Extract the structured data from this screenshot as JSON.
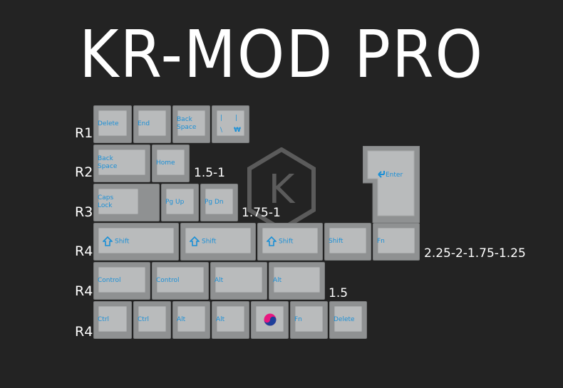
{
  "title": "KR-MOD PRO",
  "row_labels": [
    "R1",
    "R2",
    "R3",
    "R4",
    "R4",
    "R4"
  ],
  "notes": {
    "r2": "1.5-1",
    "r3": "1.75-1",
    "r4": "2.25-2-1.75-1.25",
    "r5": "1.5"
  },
  "logo_letter": "K",
  "keys": {
    "r1": [
      "Delete",
      "End",
      "Back Space"
    ],
    "r1_korean": {
      "tl": "|",
      "tr": "|",
      "bl": "\\",
      "br": "₩"
    },
    "r2": [
      "Back Space",
      "Home"
    ],
    "r3": [
      "Caps Lock",
      "Pg Up",
      "Pg Dn"
    ],
    "enter": "Enter",
    "r4": [
      "Shift",
      "Shift",
      "Shift",
      "Shift",
      "Fn"
    ],
    "r5": [
      "Control",
      "Control",
      "Alt",
      "Alt"
    ],
    "r6": [
      "Ctrl",
      "Ctrl",
      "Alt",
      "Alt",
      "Fn",
      "Delete"
    ]
  },
  "colors": {
    "legend_blue": "#1a8fd6",
    "legend_pink": "#e8177f",
    "keycap": "#b9bbbc",
    "key_base": "#8f9192",
    "background": "#232323"
  }
}
